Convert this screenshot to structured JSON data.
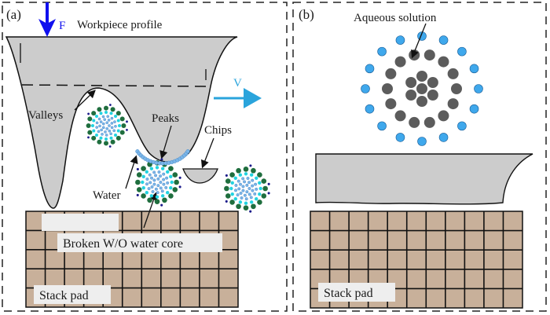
{
  "panels": [
    {
      "id": "a",
      "label": "(a)",
      "labels": {
        "force": "F",
        "workpiece": "Workpiece profile",
        "velocity": "V",
        "valleys": "Valleys",
        "peaks": "Peaks",
        "chips": "Chips",
        "water": "Water",
        "broken_core": "Broken W/O water core",
        "pad": "Stack pad"
      }
    },
    {
      "id": "b",
      "label": "(b)",
      "labels": {
        "aqueous": "Aqueous solution",
        "pad": "Stack pad"
      }
    }
  ],
  "colors": {
    "force_arrow": "#1010ee",
    "velocity_arrow": "#2aa4dc",
    "workpiece_fill": "#cccccc",
    "pad_fill": "#c8b09a",
    "micelle_outer": "#1f6e3e",
    "micelle_mid": "#22d3e0",
    "micelle_core": "#7bb6e8",
    "micelle_tail": "#1a1a8a",
    "aqueous_outer": "#3fa8ec",
    "aqueous_inner": "#5c5c5c"
  },
  "pad_grid": {
    "cols": 11,
    "rows": 5
  }
}
